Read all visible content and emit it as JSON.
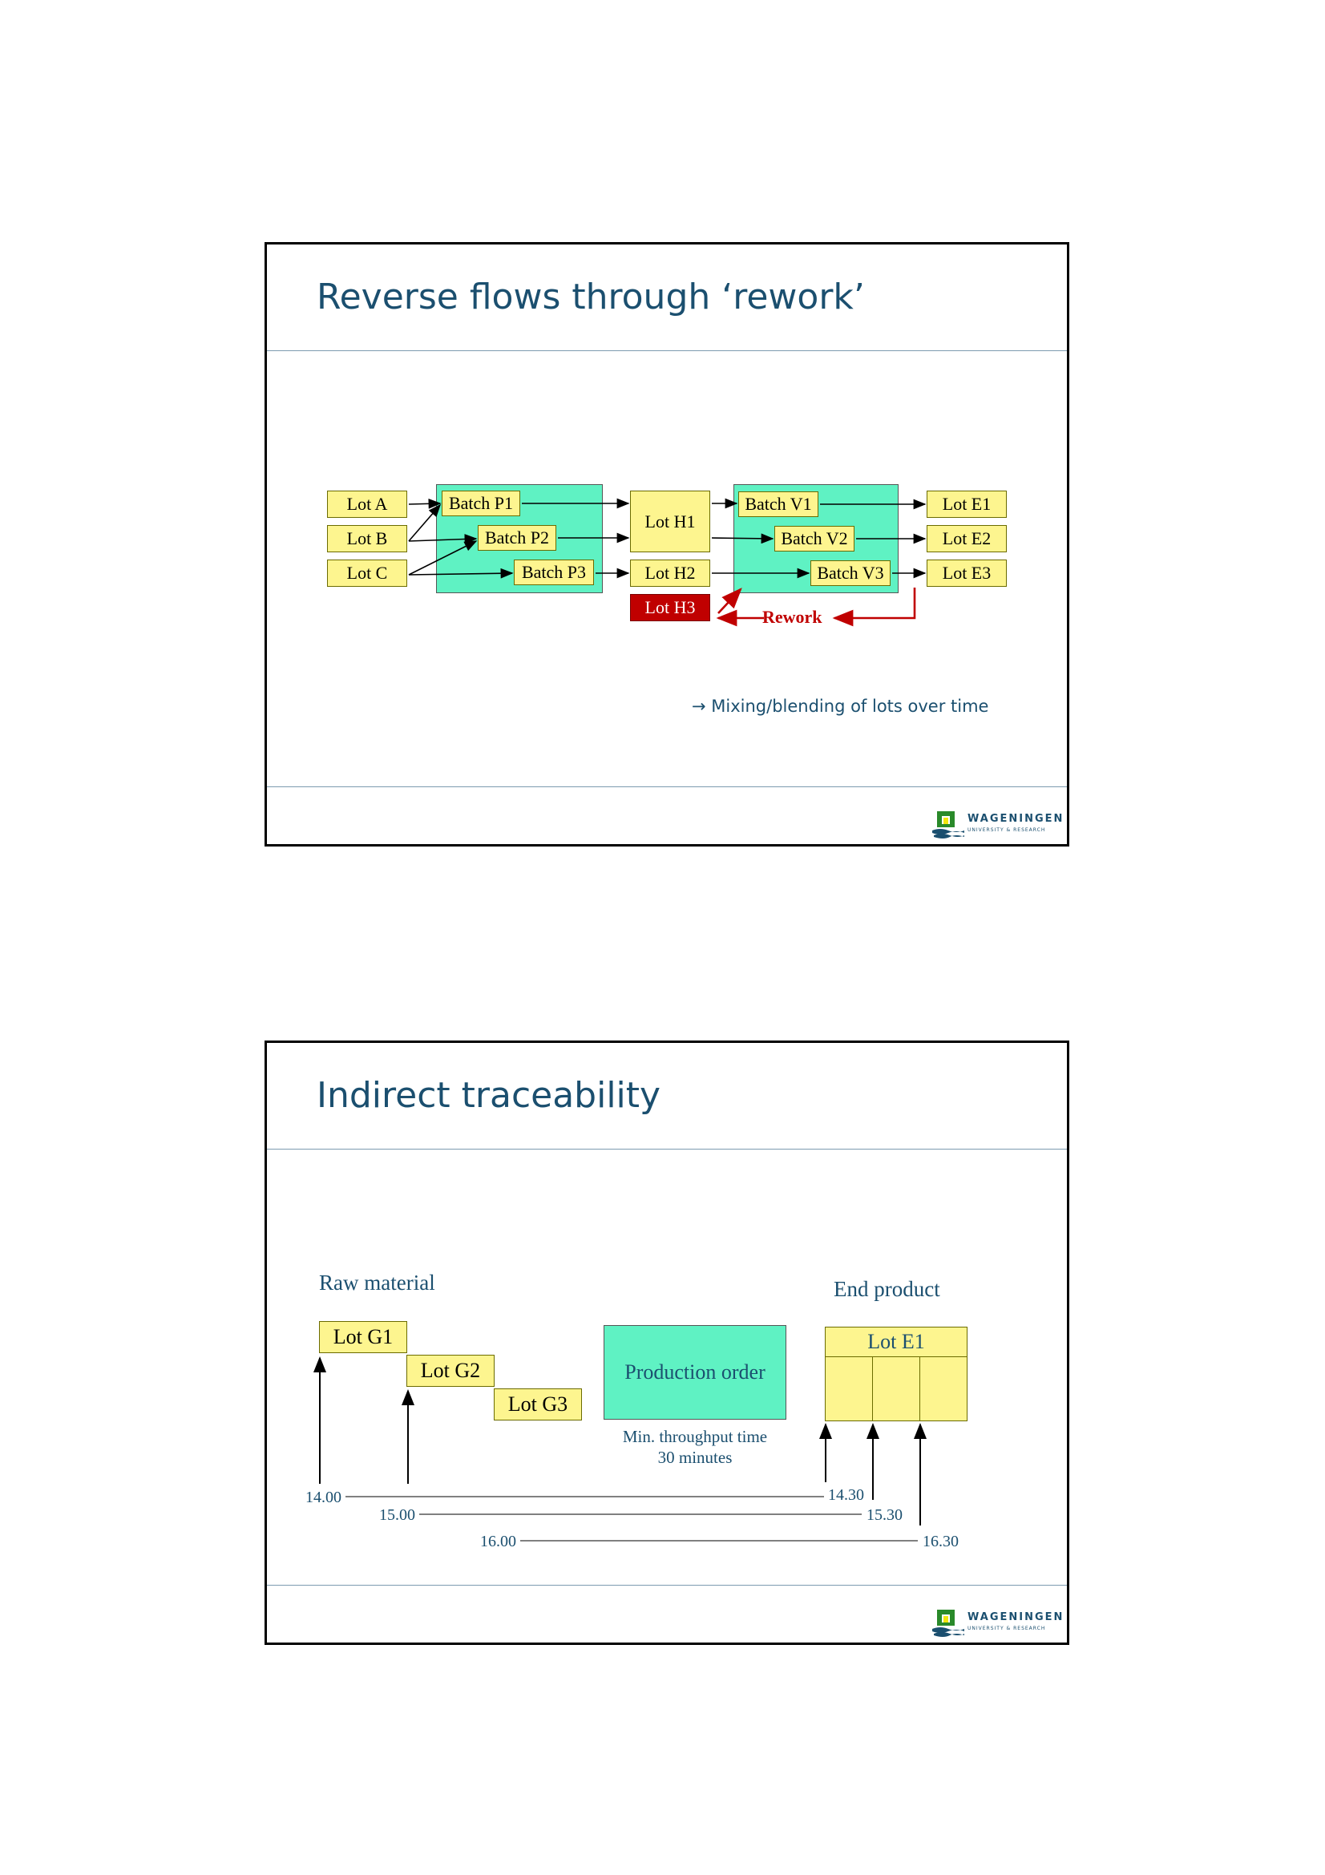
{
  "slide1": {
    "title": "Reverse flows through ‘rework’",
    "lots_in": [
      "Lot A",
      "Lot B",
      "Lot C"
    ],
    "batches_p": [
      "Batch P1",
      "Batch P2",
      "Batch P3"
    ],
    "lots_h": [
      "Lot H1",
      "Lot H2",
      "Lot H3"
    ],
    "batches_v": [
      "Batch V1",
      "Batch V2",
      "Batch V3"
    ],
    "lots_e": [
      "Lot E1",
      "Lot E2",
      "Lot E3"
    ],
    "rework_label": "Rework",
    "note": "→ Mixing/blending of lots over time",
    "colors": {
      "lot": "#fdf58f",
      "group": "#5ff2c3",
      "rework": "#c00000",
      "title": "#1b4f6f"
    }
  },
  "slide2": {
    "title": "Indirect traceability",
    "raw_material_label": "Raw material",
    "end_product_label": "End product",
    "lots_g": [
      "Lot G1",
      "Lot G2",
      "Lot G3"
    ],
    "production_order_label": "Production order",
    "throughput_note": [
      "Min. throughput time",
      "30 minutes"
    ],
    "lot_e1": "Lot E1",
    "times_start": [
      "14.00",
      "15.00",
      "16.00"
    ],
    "times_end": [
      "14.30",
      "15.30",
      "16.30"
    ]
  },
  "logo": {
    "name": "WAGENINGEN",
    "sub": "UNIVERSITY & RESEARCH"
  }
}
